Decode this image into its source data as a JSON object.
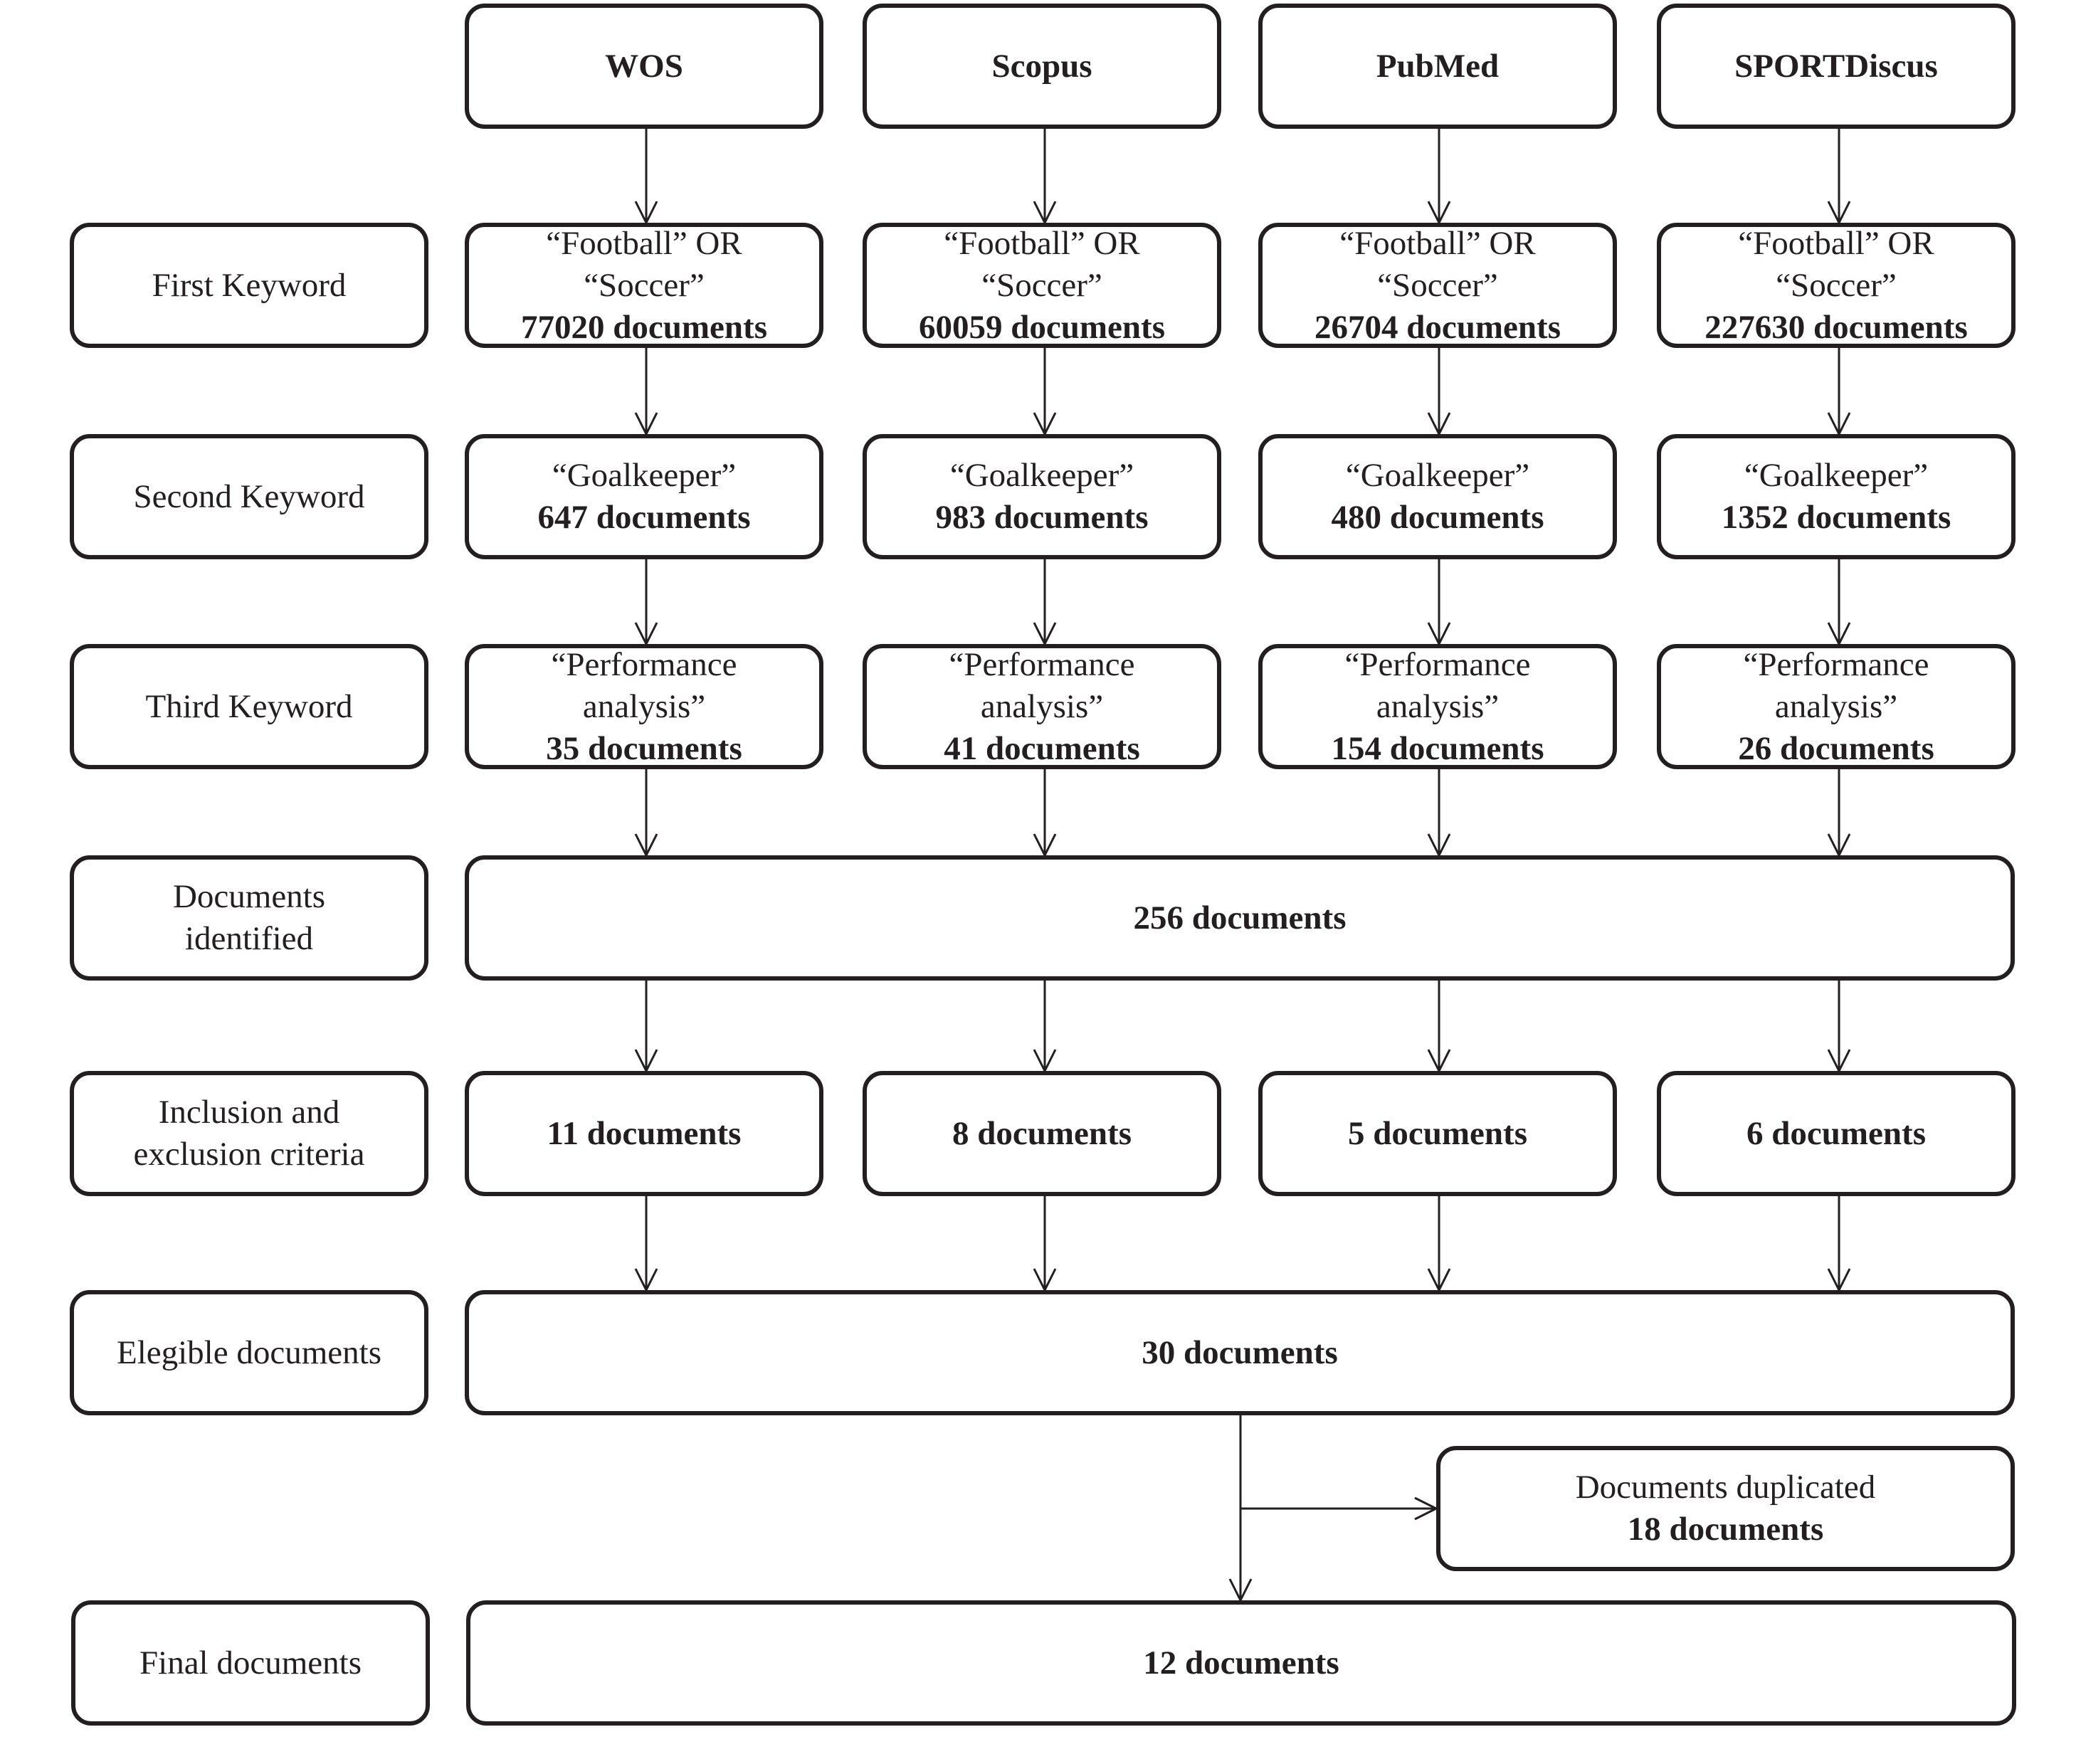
{
  "databases": [
    "WOS",
    "Scopus",
    "PubMed",
    "SPORTDiscus"
  ],
  "row_labels": {
    "first_keyword": [
      "First Keyword"
    ],
    "second_keyword": [
      "Second Keyword"
    ],
    "third_keyword": [
      "Third Keyword"
    ],
    "documents_identified": [
      "Documents",
      "identified"
    ],
    "inclusion_exclusion": [
      "Inclusion and",
      "exclusion criteria"
    ],
    "eligible": [
      "Elegible documents"
    ],
    "final": [
      "Final documents"
    ]
  },
  "first_keyword": {
    "query": [
      "“Football” OR",
      "“Soccer”"
    ],
    "counts": [
      "77020 documents",
      "60059 documents",
      "26704 documents",
      "227630 documents"
    ]
  },
  "second_keyword": {
    "query": [
      "“Goalkeeper”"
    ],
    "counts": [
      "647 documents",
      "983 documents",
      "480 documents",
      "1352 documents"
    ]
  },
  "third_keyword": {
    "query": [
      "“Performance",
      "analysis”"
    ],
    "counts": [
      "35 documents",
      "41 documents",
      "154 documents",
      "26 documents"
    ]
  },
  "documents_identified": "256 documents",
  "inclusion_exclusion": [
    "11 documents",
    "8 documents",
    "5 documents",
    "6 documents"
  ],
  "eligible_documents": "30 documents",
  "duplicated": {
    "label": "Documents duplicated",
    "count": "18 documents"
  },
  "final_documents": "12 documents"
}
